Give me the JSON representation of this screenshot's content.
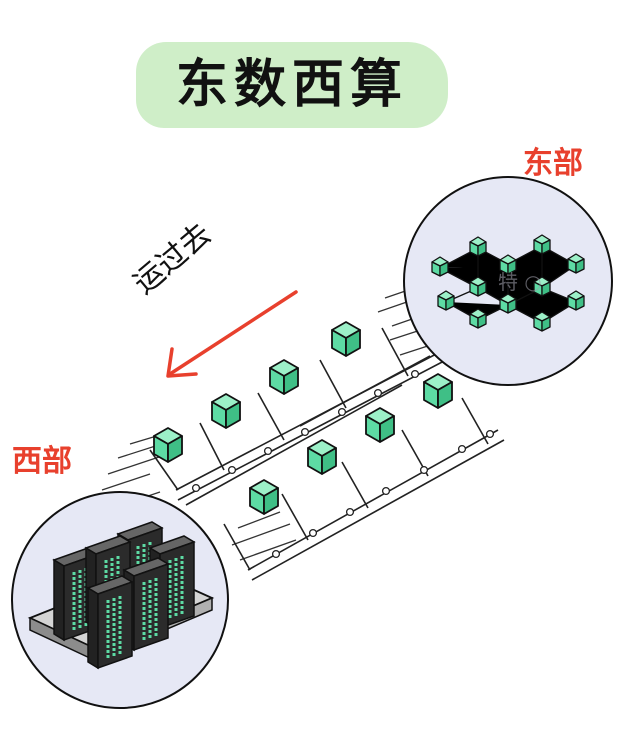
{
  "title": "东数西算",
  "labels": {
    "east": "东部",
    "west": "西部",
    "transport": "运过去",
    "watermark": "特 ○"
  },
  "colors": {
    "title_bg": "#cfeec8",
    "accent_red": "#e8402d",
    "cube_green": "#5ddba4",
    "circle_fill": "#e6e8f5",
    "server_led": "#5ddba4"
  },
  "icons": {
    "east_cluster": "data-node-network-icon",
    "west_cluster": "server-rack-icon",
    "transfer": "arrow-left-icon",
    "packet": "data-cube-icon"
  }
}
